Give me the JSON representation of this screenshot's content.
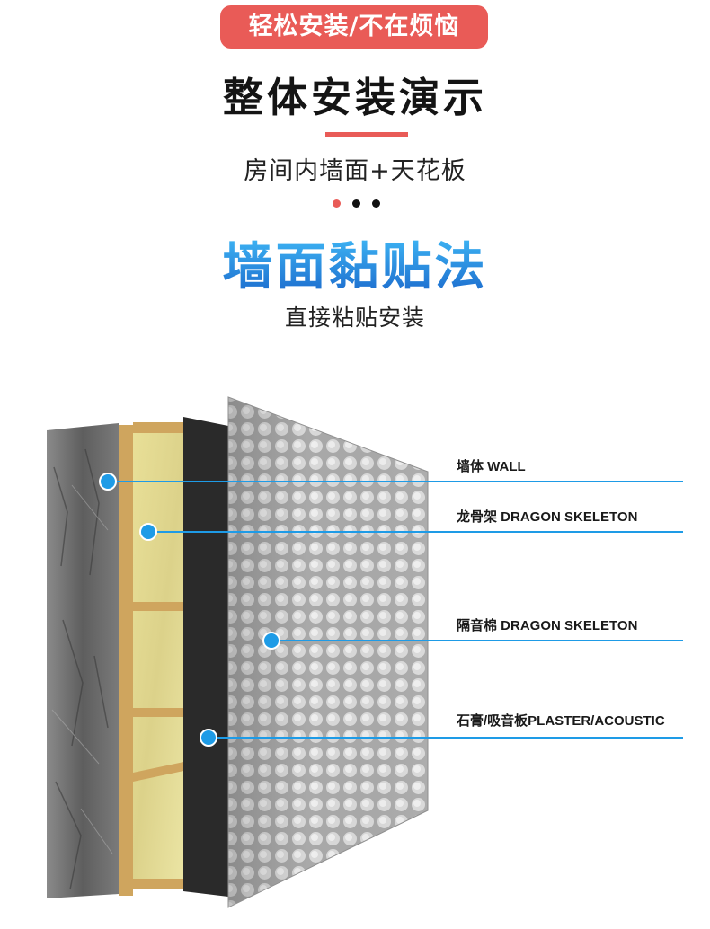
{
  "header": {
    "badge": "轻松安装/不在烦恼",
    "title": "整体安装演示",
    "subtitle": "房间内墙面+天花板"
  },
  "method": {
    "title": "墙面黏贴法",
    "subtitle": "直接粘贴安装"
  },
  "layers": [
    {
      "label": "墙体 WALL"
    },
    {
      "label": "龙骨架 DRAGON  SKELETON"
    },
    {
      "label": "隔音棉 DRAGON  SKELETON"
    },
    {
      "label": "石膏/吸音板PLASTER/ACOUSTIC"
    }
  ],
  "colors": {
    "accent_red": "#e95b57",
    "accent_blue": "#1e9be6",
    "title_dark": "#141414"
  },
  "icons": {
    "dots": [
      "red-dot-icon",
      "black-dot-icon",
      "black-dot-icon"
    ]
  }
}
